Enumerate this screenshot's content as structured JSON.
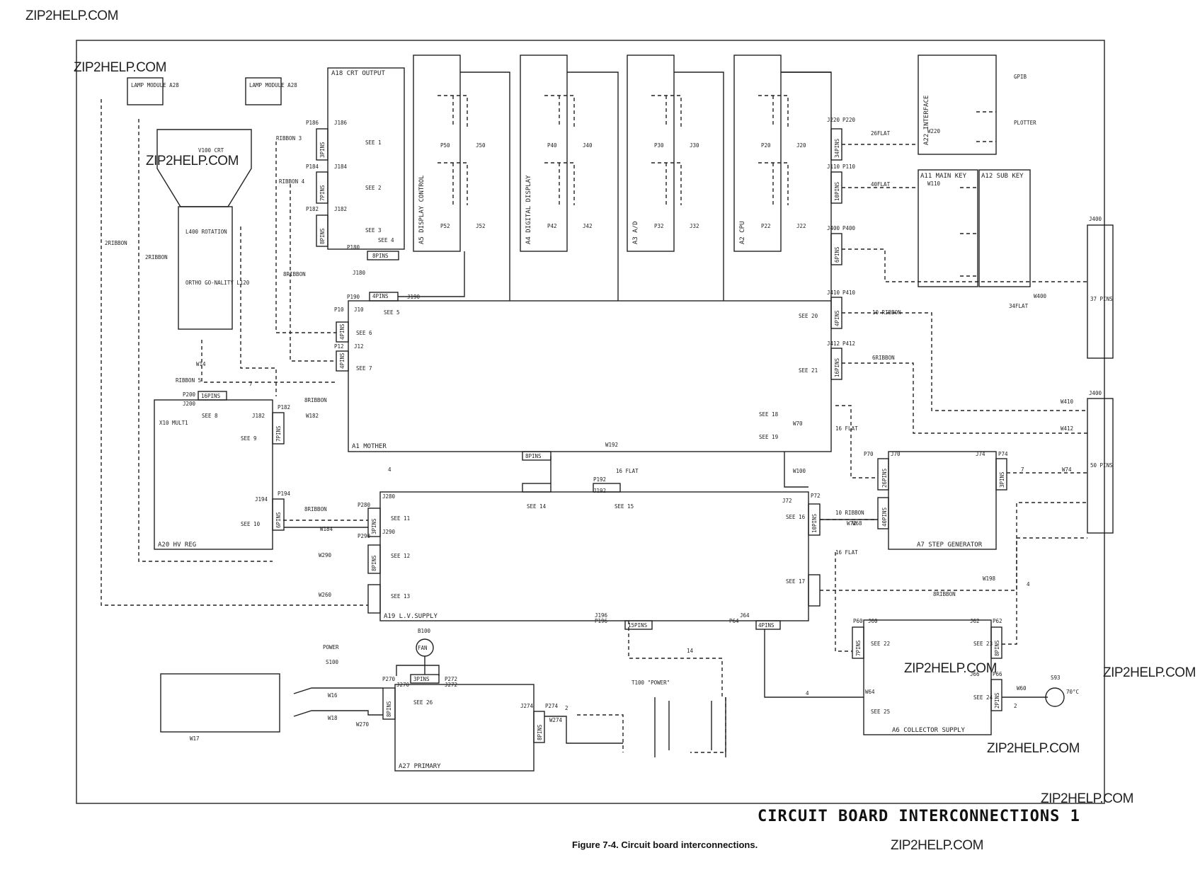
{
  "watermarks": [
    "ZIP2HELP.COM",
    "ZIP2HELP.COM",
    "ZIP2HELP.COM",
    "ZIP2HELP.COM",
    "ZIP2HELP.COM",
    "ZIP2HELP.COM",
    "ZIP2HELP.COM",
    "ZIP2HELP.COM"
  ],
  "title": "CIRCUIT BOARD INTERCONNECTIONS 1",
  "caption": "Figure 7-4. Circuit board interconnections.",
  "colors": {
    "ink": "#222222",
    "paper": "#ffffff"
  },
  "blocks": {
    "a18": "A18 CRT OUTPUT",
    "a5": "A5 DISPLAY CONTROL",
    "a4": "A4 DIGITAL DISPLAY",
    "a3": "A3 A/D",
    "a2": "A2 CPU",
    "a22": "A22 INTERFACE",
    "a11": "A11 MAIN KEY",
    "a12": "A12 SUB KEY",
    "a1": "A1 MOTHER",
    "a20": "A20 HV REG",
    "a19": "A19 L.V.SUPPLY",
    "a7": "A7 STEP GENERATOR",
    "a6": "A6 COLLECTOR SUPPLY",
    "a27": "A27 PRIMARY",
    "lamp1": "LAMP MODULE A28",
    "lamp2": "LAMP MODULE A28",
    "crt": "V100 CRT",
    "rotation": "L400 ROTATION",
    "ortho": "ORTHO GO-NALITY L120",
    "gpib": "GPIB",
    "plotter": "PLOTTER",
    "power": "POWER",
    "fan": "FAN",
    "fanref": "B100",
    "switch": "S100",
    "transformer": "T100 \"POWER\"",
    "temp": "S93",
    "tempval": "70°C",
    "ext": "J400",
    "extpins37": "37 PINS",
    "extpins50": "50 PINS",
    "hvmult": "X10 MULT1"
  },
  "connectors": [
    "P186",
    "J186",
    "P184",
    "J184",
    "P182",
    "J182",
    "P180",
    "J180",
    "P190",
    "J190",
    "P10",
    "J10",
    "P12",
    "J12",
    "P200",
    "J200",
    "P182",
    "J182",
    "P194",
    "J194",
    "P280",
    "J280",
    "P290",
    "J290",
    "P192",
    "J192",
    "P72",
    "J72",
    "P70",
    "J70",
    "P74",
    "J74",
    "P60",
    "J60",
    "P62",
    "J62",
    "P66",
    "J66",
    "P64",
    "J64",
    "P196",
    "J196",
    "P270",
    "J270",
    "P272",
    "J272",
    "P274",
    "J274",
    "P220",
    "J220",
    "P110",
    "J110",
    "P400",
    "J400",
    "P410",
    "J410",
    "P412",
    "J412",
    "P50",
    "J50",
    "P52",
    "J52",
    "P40",
    "J40",
    "P42",
    "J42",
    "P30",
    "J30",
    "P32",
    "J32",
    "P20",
    "J20",
    "P22",
    "J22"
  ],
  "cables": [
    "2RIBBON",
    "2RIBBON",
    "RIBBON 3",
    "RIBBON 4",
    "8RIBBON",
    "RIBBON 5",
    "7",
    "8RIBBON",
    "8RIBBON",
    "4",
    "16 FLAT",
    "16 FLAT",
    "10 RIBBON",
    "16 FLAT",
    "8RIBBON",
    "26FLAT",
    "40FLAT",
    "34FLAT",
    "10 RIBBON",
    "6RIBBON",
    "14",
    "4",
    "2",
    "4",
    "7",
    "2"
  ],
  "wires": [
    "W14",
    "W100",
    "W182",
    "W184",
    "W192",
    "W260",
    "W290",
    "W68",
    "W70",
    "W72",
    "W74",
    "W198",
    "W220",
    "W110",
    "W400",
    "W410",
    "W412",
    "W16",
    "W18",
    "W17",
    "W60",
    "W64",
    "W274",
    "W270"
  ],
  "pins": [
    "3PINS",
    "7PINS",
    "8PINS",
    "8PINS",
    "4PINS",
    "4PINS",
    "4PINS",
    "16PINS",
    "7PINS",
    "6PINS",
    "3PINS",
    "8PINS",
    "10PINS",
    "3PINS",
    "26PINS",
    "40PINS",
    "34PINS",
    "10PINS",
    "6PINS",
    "4PINS",
    "16PINS",
    "8PINS",
    "7PINS",
    "8PINS",
    "15PINS",
    "4PINS",
    "3PINS",
    "2PINS",
    "8PINS",
    "8PINS"
  ],
  "see_refs": [
    "SEE 1",
    "SEE 2",
    "SEE 3",
    "SEE 4",
    "SEE 5",
    "SEE 6",
    "SEE 7",
    "SEE 8",
    "SEE 9",
    "SEE 10",
    "SEE 11",
    "SEE 12",
    "SEE 13",
    "SEE 14",
    "SEE 15",
    "SEE 16",
    "SEE 17",
    "SEE 18",
    "SEE 19",
    "SEE 20",
    "SEE 21",
    "SEE 22",
    "SEE 23",
    "SEE 24",
    "SEE 25",
    "SEE 26"
  ]
}
